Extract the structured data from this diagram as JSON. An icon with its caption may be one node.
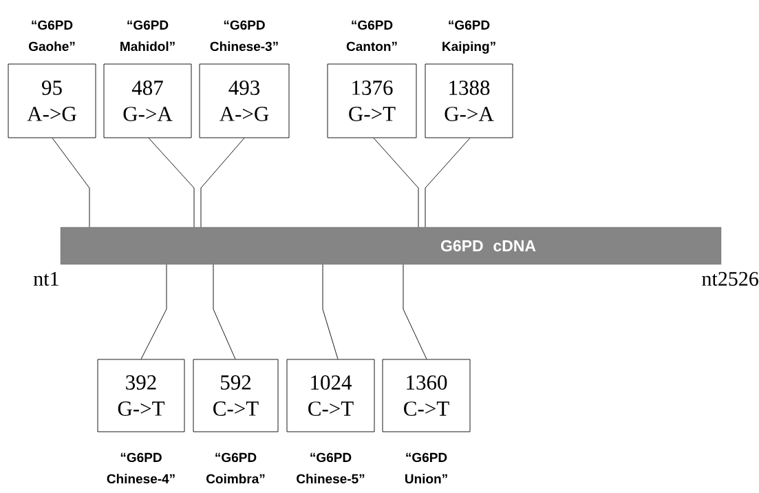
{
  "diagram": {
    "nodes": [
      {
        "text": [
          "“G6PD Gaohe”",
          "95",
          "A->G"
        ]
      },
      {
        "text": [
          "“G6PD Mahidol”",
          "487",
          "G->A"
        ]
      },
      {
        "text": [
          "“G6PD Chinese-3”",
          "493",
          "A->G"
        ]
      },
      {
        "text": [
          "“G6PD Canton”",
          "1376",
          "G->T"
        ]
      },
      {
        "text": [
          "“G6PD Kaiping”",
          "1388",
          "G->A"
        ]
      },
      {
        "text": [
          "G6PD cDNA"
        ]
      },
      {
        "text": [
          "392",
          "G->T",
          "“G6PD Chinese-4”"
        ]
      },
      {
        "text": [
          "592",
          "C->T",
          "“G6PD Coimbra”"
        ]
      },
      {
        "text": [
          "1024",
          "C->T",
          "“G6PD Chinese-5”"
        ]
      },
      {
        "text": [
          "1360",
          "C->T",
          "“G6PD Union”"
        ]
      }
    ],
    "edges": [
      {
        "from": 0,
        "to": 5,
        "arrow": "none"
      },
      {
        "from": 1,
        "to": 5,
        "arrow": "none"
      },
      {
        "from": 2,
        "to": 5,
        "arrow": "none"
      },
      {
        "from": 3,
        "to": 5,
        "arrow": "none"
      },
      {
        "from": 4,
        "to": 5,
        "arrow": "none"
      },
      {
        "from": 6,
        "to": 5,
        "arrow": "none"
      },
      {
        "from": 7,
        "to": 5,
        "arrow": "none"
      },
      {
        "from": 8,
        "to": 5,
        "arrow": "none"
      },
      {
        "from": 9,
        "to": 5,
        "arrow": "none"
      }
    ],
    "labels": [
      "nt1",
      "nt2526"
    ]
  }
}
